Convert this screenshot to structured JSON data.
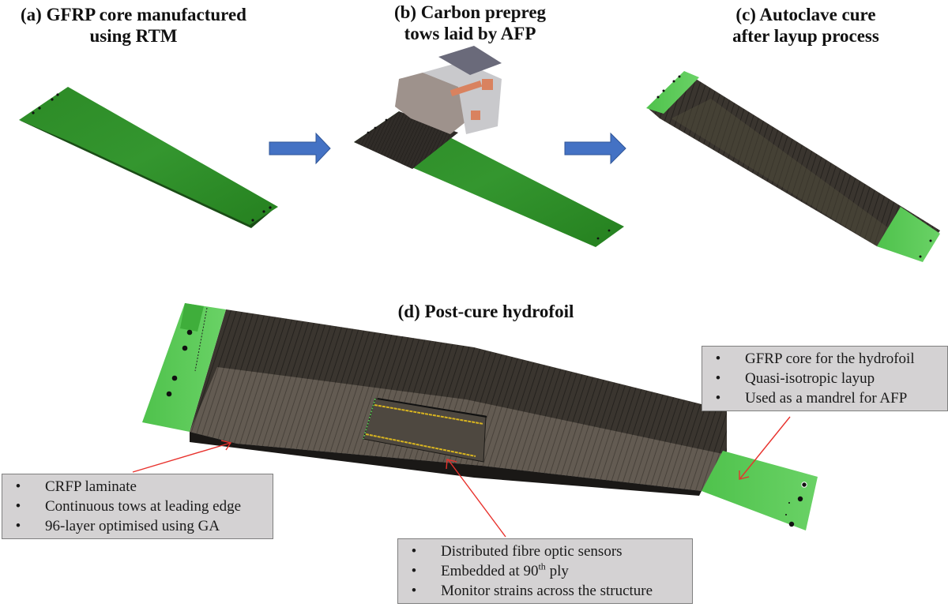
{
  "figure": {
    "panels": [
      {
        "id": "a",
        "caption_line1": "(a) GFRP core manufactured",
        "caption_line2": "using RTM",
        "depicts": "green GFRP hydrofoil core"
      },
      {
        "id": "b",
        "caption_line1": "(b) Carbon prepreg",
        "caption_line2": "tows laid by AFP",
        "depicts": "AFP head laying carbon tows on green core"
      },
      {
        "id": "c",
        "caption_line1": "(c) Autoclave cure",
        "caption_line2": "after layup process",
        "depicts": "cured carbon-covered hydrofoil with green ends"
      },
      {
        "id": "d",
        "caption_line1": "(d) Post-cure hydrofoil",
        "depicts": "large post-cure hydrofoil with embedded fibre optic sensors"
      }
    ],
    "arrows": [
      {
        "from": "a",
        "to": "b",
        "icon": "right-arrow-icon",
        "color": "#4472c4"
      },
      {
        "from": "b",
        "to": "c",
        "icon": "right-arrow-icon",
        "color": "#4472c4"
      }
    ],
    "callouts": {
      "core": {
        "items": [
          "GFRP core for the hydrofoil",
          "Quasi-isotropic layup",
          "Used as a mandrel for AFP"
        ]
      },
      "laminate": {
        "items": [
          "CRFP laminate",
          "Continuous tows at leading edge",
          "96-layer optimised using GA"
        ]
      },
      "sensors": {
        "item1": "Distributed fibre optic sensors",
        "item2_prefix": "Embedded at 90",
        "item2_sup": "th",
        "item2_suffix": " ply",
        "item3": "Monitor strains across the structure"
      },
      "bullet": "•"
    },
    "colors": {
      "gfrp_green": "#2f8a2a",
      "gfrp_green_light": "#5cc95a",
      "carbon_dark": "#2e2a26",
      "carbon_light": "#5c554c",
      "arrow_blue": "#4472c4",
      "leader_red": "#e8322d",
      "sensor_yellow": "#d9b520",
      "callout_bg": "#d4d2d3",
      "callout_border": "#7f7f7f"
    }
  }
}
